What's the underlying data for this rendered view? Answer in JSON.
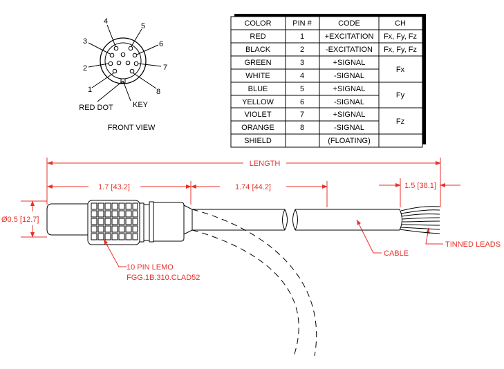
{
  "connector_face": {
    "pin_labels": [
      "1",
      "2",
      "3",
      "4",
      "5",
      "6",
      "7",
      "8"
    ],
    "red_dot_label": "RED DOT",
    "key_label": "KEY",
    "caption": "FRONT VIEW"
  },
  "pinout_table": {
    "headers": [
      "COLOR",
      "PIN #",
      "CODE",
      "CH"
    ],
    "rows": [
      {
        "color": "RED",
        "pin": "1",
        "code": "+EXCITATION",
        "ch": "Fx, Fy, Fz"
      },
      {
        "color": "BLACK",
        "pin": "2",
        "code": "-EXCITATION",
        "ch": "Fx, Fy, Fz"
      },
      {
        "color": "GREEN",
        "pin": "3",
        "code": "+SIGNAL",
        "ch": "Fx"
      },
      {
        "color": "WHITE",
        "pin": "4",
        "code": "-SIGNAL",
        "ch": ""
      },
      {
        "color": "BLUE",
        "pin": "5",
        "code": "+SIGNAL",
        "ch": "Fy"
      },
      {
        "color": "YELLOW",
        "pin": "6",
        "code": "-SIGNAL",
        "ch": ""
      },
      {
        "color": "VIOLET",
        "pin": "7",
        "code": "+SIGNAL",
        "ch": "Fz"
      },
      {
        "color": "ORANGE",
        "pin": "8",
        "code": "-SIGNAL",
        "ch": ""
      },
      {
        "color": "SHIELD",
        "pin": "",
        "code": "(FLOATING)",
        "ch": ""
      }
    ]
  },
  "cable_drawing": {
    "length_label": "LENGTH",
    "dim_connector": "1.7 [43.2]",
    "dim_section": "1.74 [44.2]",
    "dim_leads": "1.5 [38.1]",
    "dim_diameter": "Ø0.5 [12.7]",
    "connector_label_line1": "10 PIN LEMO",
    "connector_label_line2": "FGG.1B.310.CLAD52",
    "cable_label": "CABLE",
    "leads_label": "TINNED LEADS"
  },
  "colors": {
    "ink": "#000000",
    "dimension_red": "#e8312b"
  }
}
